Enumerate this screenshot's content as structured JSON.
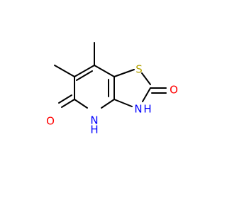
{
  "colors": {
    "background": "#ffffff",
    "bond": "#000000",
    "oxygen": "#ff0000",
    "nitrogen": "#0000ff",
    "sulfur": "#b2a100"
  },
  "atoms": {
    "s1": "S",
    "o_carbonyl_top": "O",
    "n3": "N",
    "h3": "H",
    "n4": "N",
    "h4": "H",
    "o_carbonyl_bottom": "O"
  }
}
